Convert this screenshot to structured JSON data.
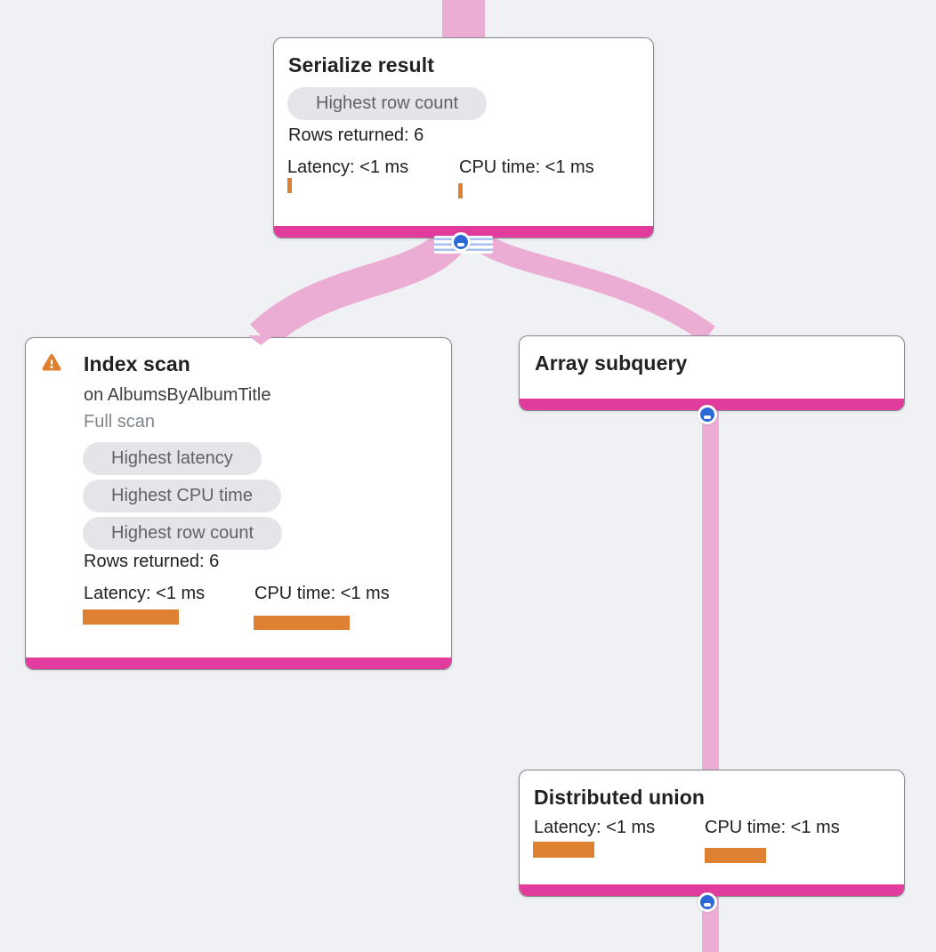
{
  "app": {
    "view": "query-execution-plan-graph"
  },
  "colors": {
    "background": "#F0F1F4",
    "edge_pink": "#EBADD3",
    "node_accent_magenta": "#E13C9D",
    "metric_bar_orange": "#DF8133",
    "collapse_button_blue": "#2B6AD6",
    "collapsed_edge_stripe_blue": "#A7BFF2",
    "badge_background": "#E4E5E8",
    "badge_text": "#5F6368",
    "warning_orange": "#E0802F",
    "node_border": "#85898F"
  },
  "nodes": {
    "serialize_result": {
      "title": "Serialize result",
      "badges": [
        "Highest row count"
      ],
      "rows_returned": "Rows returned: 6",
      "latency_label": "Latency: <1 ms",
      "cpu_label": "CPU time: <1 ms"
    },
    "index_scan": {
      "title": "Index scan",
      "subtitle": "on AlbumsByAlbumTitle",
      "scan_type": "Full scan",
      "badges": [
        "Highest latency",
        "Highest CPU time",
        "Highest row count"
      ],
      "rows_returned": "Rows returned: 6",
      "latency_label": "Latency: <1 ms",
      "cpu_label": "CPU time: <1 ms",
      "warning_icon": "warning-triangle"
    },
    "array_subquery": {
      "title": "Array subquery"
    },
    "distributed_union": {
      "title": "Distributed union",
      "latency_label": "Latency: <1 ms",
      "cpu_label": "CPU time: <1 ms"
    }
  }
}
